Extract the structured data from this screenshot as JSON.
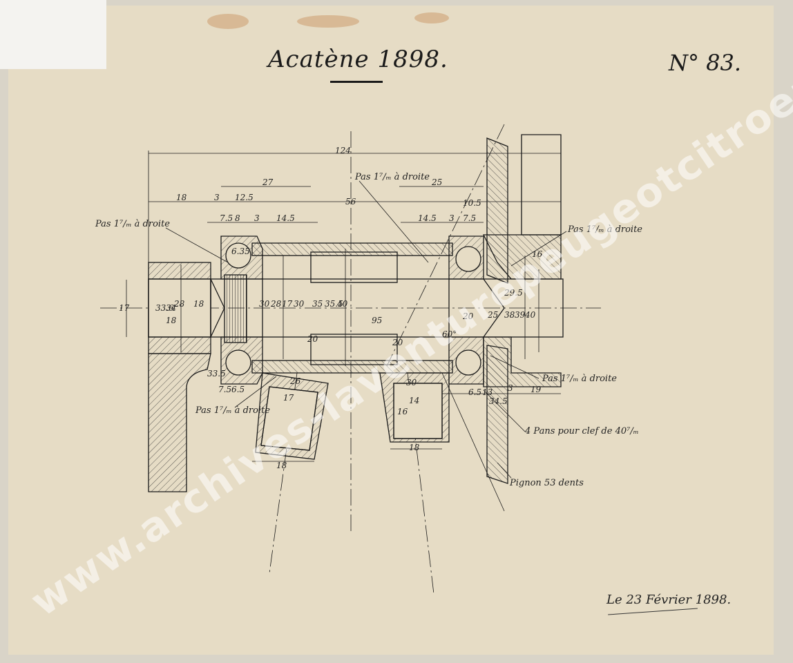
{
  "title": "Acatène 1898.",
  "number": "N° 83.",
  "date": "Le 23 Février 1898.",
  "watermark": "www.archives-laventurepeugeotcitroends.com",
  "labels": {
    "pas_left_top": "Pas 1⁷/ₘ à droite",
    "pas_center_top": "Pas 1⁷/ₘ à droite",
    "pas_right_top": "Pas 1⁷/ₘ à droite",
    "pas_right_bottom": "Pas 1⁷/ₘ à droite",
    "pas_left_bottom": "Pas 1⁷/ₘ à droite",
    "pans": "4 Pans pour clef de 40⁷/ₘ",
    "pignon": "Pignon 53 dents"
  },
  "dimensions": {
    "d124": "124",
    "d27": "27",
    "d25": "25",
    "d18": "18",
    "d3": "3",
    "d12_5": "12.5",
    "d56": "56",
    "d10_5": "10.5",
    "d7_5a": "7.5",
    "d8": "8",
    "d3b": "3",
    "d14_5a": "14.5",
    "d14_5b": "14.5",
    "d3c": "3",
    "d7_5b": "7.5",
    "d17": "17",
    "d33_6": "33.6",
    "d34": "34",
    "d28": "28",
    "d18b": "18",
    "d18c": "18",
    "d30a": "30",
    "d28b": "28",
    "d17b": "17",
    "d30b": "30",
    "d35": "35",
    "d35_5": "35.5",
    "d40": "40",
    "d95": "95",
    "d20a": "20",
    "d20b": "20",
    "d20c": "20",
    "d25b": "25",
    "d38": "38",
    "d39": "39",
    "d40b": "40",
    "d29_5": "29.5",
    "d16": "16",
    "d6_35": "6.35",
    "d7_5c": "7.5",
    "d6_5": "6.5",
    "d26": "26",
    "d17c": "17",
    "d18d": "18",
    "d30c": "30",
    "d14": "14",
    "d16b": "16",
    "d18e": "18",
    "d6_5b": "6.5",
    "d13": "13",
    "d3d": "3",
    "d19": "19",
    "d60": "60°",
    "d33": "33.5",
    "d34_35": "34.5"
  },
  "colors": {
    "paper": "#e6dcc5",
    "ink": "#1a1a1a",
    "background": "#d9d4c8"
  }
}
